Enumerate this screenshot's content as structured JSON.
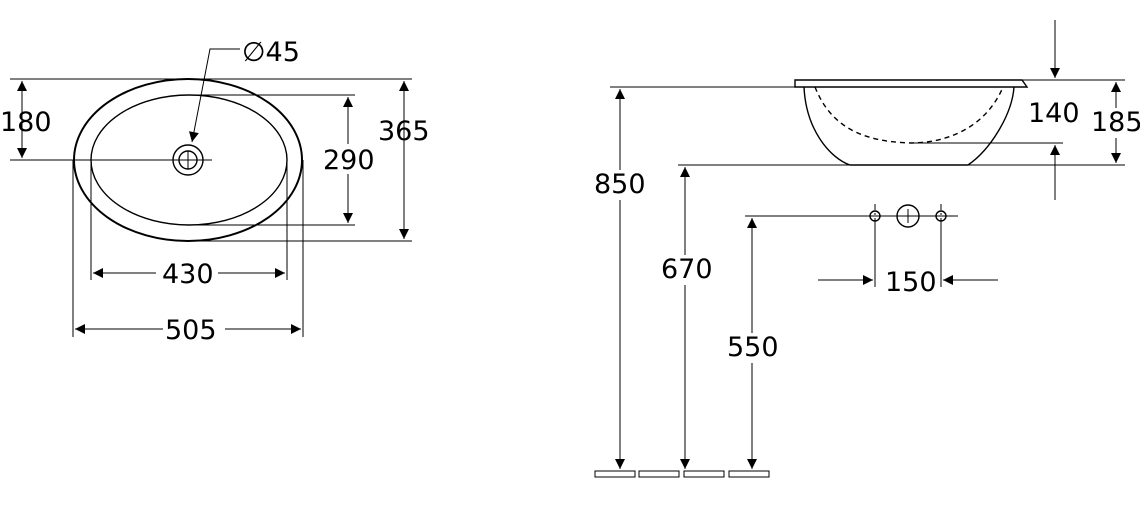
{
  "plan_view": {
    "hole_diameter": "∅45",
    "dim_180": "180",
    "dim_365": "365",
    "dim_290": "290",
    "dim_430": "430",
    "dim_505": "505"
  },
  "side_view": {
    "dim_850": "850",
    "dim_670": "670",
    "dim_550": "550",
    "dim_150": "150",
    "dim_140": "140",
    "dim_185": "185"
  }
}
